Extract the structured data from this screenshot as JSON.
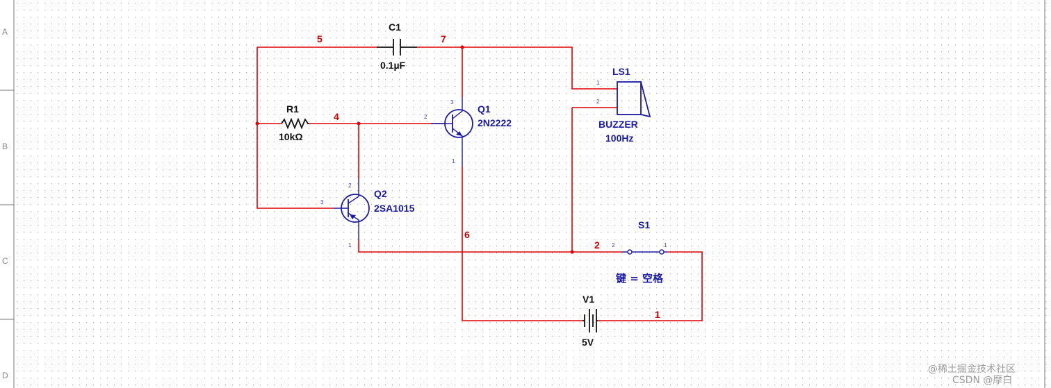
{
  "rows": [
    "A",
    "B",
    "C",
    "D"
  ],
  "components": {
    "c1": {
      "ref": "C1",
      "value": "0.1µF"
    },
    "r1": {
      "ref": "R1",
      "value": "10kΩ"
    },
    "q1": {
      "ref": "Q1",
      "value": "2N2222",
      "pins": {
        "b": "2",
        "c": "3",
        "e": "1"
      }
    },
    "q2": {
      "ref": "Q2",
      "value": "2SA1015",
      "pins": {
        "b": "3",
        "c": "2",
        "e": "1"
      }
    },
    "ls1": {
      "ref": "LS1",
      "type": "BUZZER",
      "value": "100Hz",
      "pins": {
        "p1": "1",
        "p2": "2"
      }
    },
    "s1": {
      "ref": "S1",
      "key_label": "键 = 空格",
      "pins": {
        "a": "2",
        "b": "1"
      }
    },
    "v1": {
      "ref": "V1",
      "value": "5V"
    }
  },
  "nets": {
    "n5": "5",
    "n7": "7",
    "n4": "4",
    "n6": "6",
    "n2": "2",
    "n1": "1"
  },
  "watermark": "CSDN @摩白",
  "watermark2": "@稀土掘金技术社区",
  "colors": {
    "wire": "#e00000",
    "component": "#1a1aa6",
    "net_label": "#d10000",
    "grid_dot": "#b0b0b0"
  }
}
